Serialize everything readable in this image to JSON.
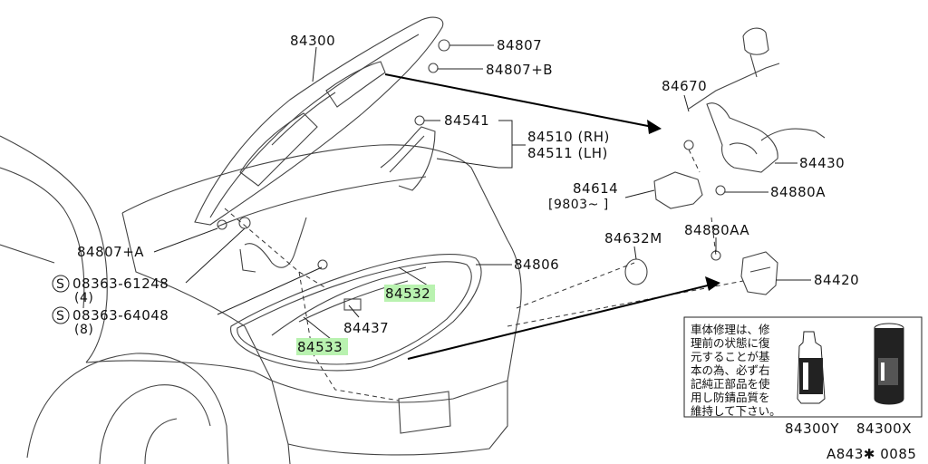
{
  "labels": {
    "p84300": "84300",
    "p84807": "84807",
    "p84807b": "84807+B",
    "p84541": "84541",
    "p84510": "84510 (RH)",
    "p84511": "84511 (LH)",
    "p84807a": "84807+A",
    "s1_code": "08363-61248",
    "s1_qty": "(4)",
    "s2_code": "08363-64048",
    "s2_qty": "(8)",
    "p84437": "84437",
    "p84532": "84532",
    "p84533": "84533",
    "p84806": "84806",
    "p84670": "84670",
    "p84430": "84430",
    "p84614": "84614",
    "p84614_range": "[9803~      ]",
    "p84880a": "84880A",
    "p84880aa": "84880AA",
    "p84632m": "84632M",
    "p84420": "84420",
    "p84300y": "84300Y",
    "p84300x": "84300X",
    "screw_symbol": "S",
    "footer": "A843✱ 0085"
  },
  "note": {
    "lines": [
      "車体修理は、修",
      "理前の状態に復",
      "元することが基",
      "本の為、必ず右",
      "記純正部品を使",
      "用し防錆品質を",
      "維持して下さい。"
    ]
  },
  "colors": {
    "highlight": "#b9f2b0",
    "line": "#222222"
  }
}
